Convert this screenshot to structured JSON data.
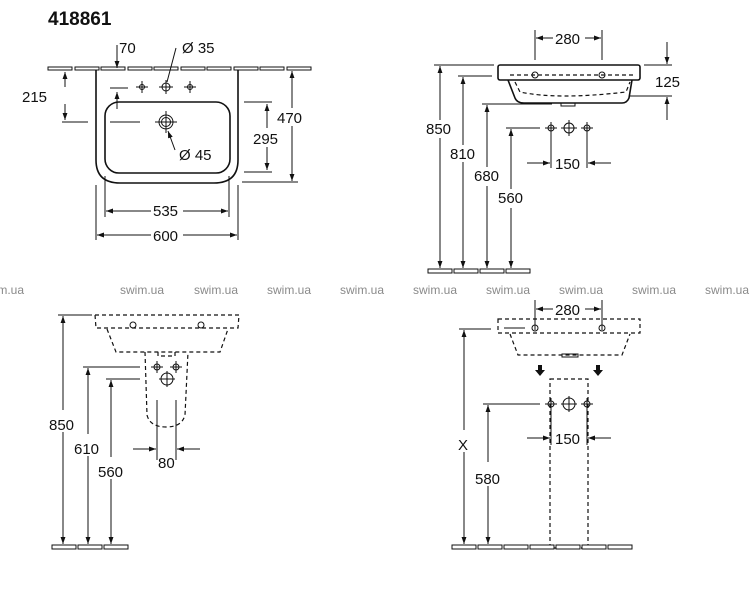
{
  "title": "418861",
  "watermark": "swim.ua",
  "top_view": {
    "dim_70": "70",
    "dim_d35": "Ø 35",
    "dim_215": "215",
    "dim_470": "470",
    "dim_295": "295",
    "dim_d45": "Ø 45",
    "dim_535": "535",
    "dim_600": "600"
  },
  "side_view": {
    "dim_280": "280",
    "dim_125": "125",
    "dim_850": "850",
    "dim_810": "810",
    "dim_680": "680",
    "dim_560": "560",
    "dim_150": "150"
  },
  "half_pedestal_view": {
    "dim_850": "850",
    "dim_610": "610",
    "dim_560": "560",
    "dim_80": "80"
  },
  "pedestal_view": {
    "dim_280": "280",
    "dim_x": "X",
    "dim_580": "580",
    "dim_150": "150"
  }
}
